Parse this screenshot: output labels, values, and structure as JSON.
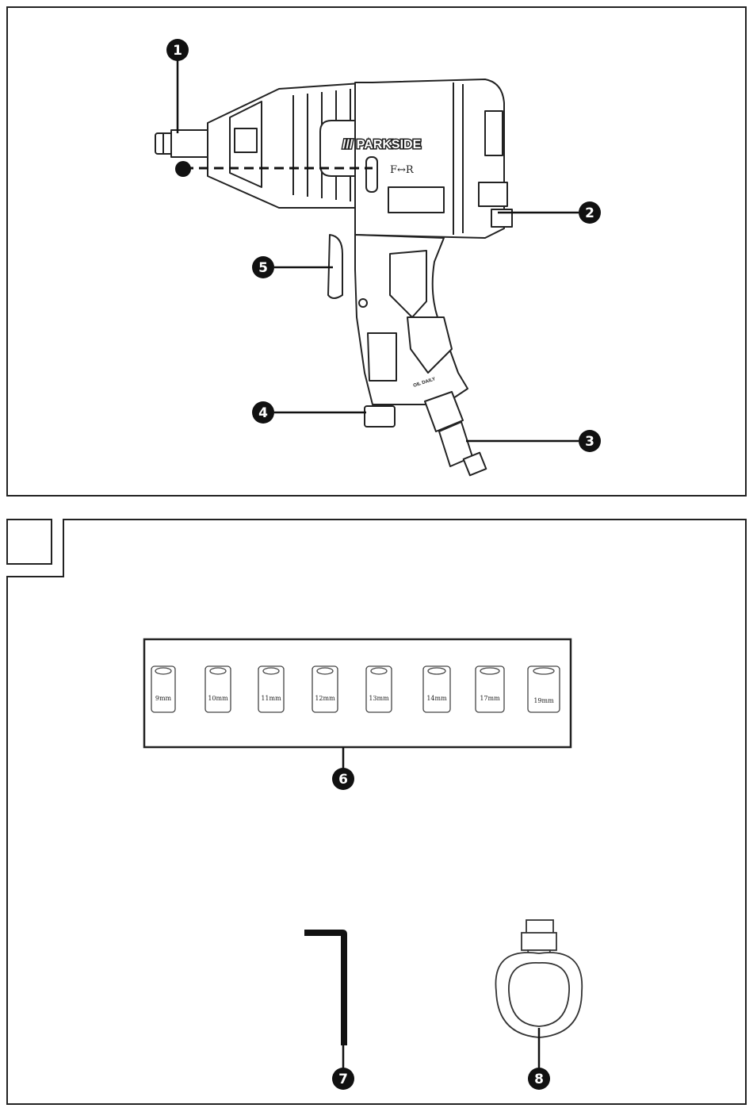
{
  "figure_top": {
    "brand": "/// PARKSIDE",
    "direction_label": "F↔R",
    "oil_label": "OIL DAILY",
    "callouts": [
      "1",
      "2",
      "3",
      "4",
      "5"
    ]
  },
  "figure_bottom": {
    "sockets": [
      "9mm",
      "10mm",
      "11mm",
      "12mm",
      "13mm",
      "14mm",
      "17mm",
      "19mm"
    ],
    "callouts": [
      "6",
      "7",
      "8"
    ]
  }
}
